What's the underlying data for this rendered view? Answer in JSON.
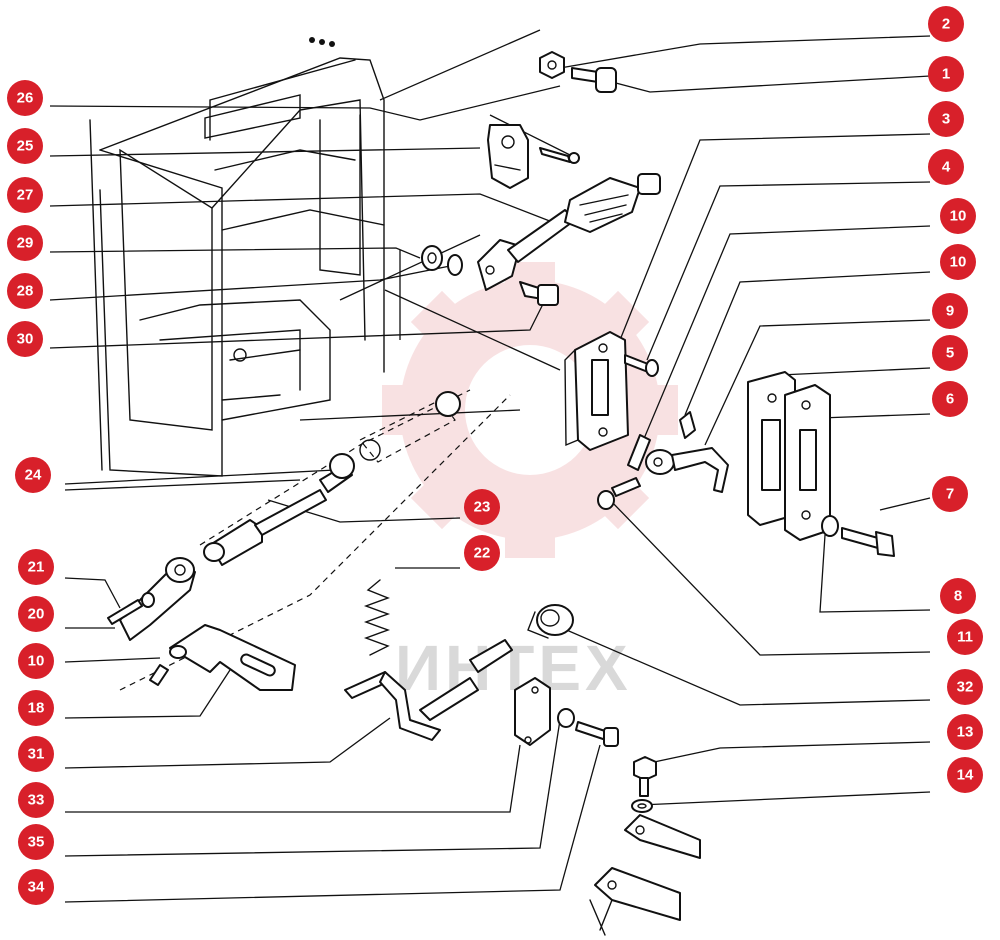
{
  "watermark": {
    "text": "ИНТЕХ",
    "gear_color": "#f4c9cb",
    "text_color": "#d9d9d9"
  },
  "callout_color": "#d8202a",
  "callouts": {
    "c2": "2",
    "c1": "1",
    "c3": "3",
    "c4": "4",
    "c10a": "10",
    "c10b": "10",
    "c9": "9",
    "c5": "5",
    "c6": "6",
    "c7": "7",
    "c8": "8",
    "c11": "11",
    "c32": "32",
    "c13": "13",
    "c14": "14",
    "c26": "26",
    "c25": "25",
    "c27": "27",
    "c29": "29",
    "c28": "28",
    "c30": "30",
    "c24": "24",
    "c23": "23",
    "c22": "22",
    "c21": "21",
    "c20": "20",
    "c10c": "10",
    "c18": "18",
    "c31": "31",
    "c33": "33",
    "c35": "35",
    "c34": "34"
  }
}
